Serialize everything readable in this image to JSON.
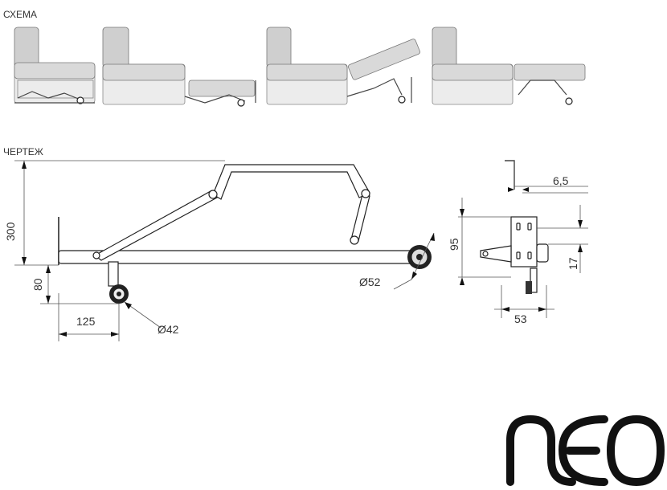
{
  "headings": {
    "scheme": "СХЕМА",
    "drawing": "ЧЕРТЕЖ"
  },
  "dimensions": {
    "height_300": "300",
    "height_80": "80",
    "width_125": "125",
    "wheel_small": "Ø42",
    "wheel_large": "Ø52",
    "bracket_95": "95",
    "bracket_17": "17",
    "bracket_6_5": "6,5",
    "bracket_53": "53"
  },
  "logo": {
    "text": "neo"
  },
  "colors": {
    "line": "#222222",
    "sofa": "#d9d9d9",
    "background": "#ffffff"
  }
}
